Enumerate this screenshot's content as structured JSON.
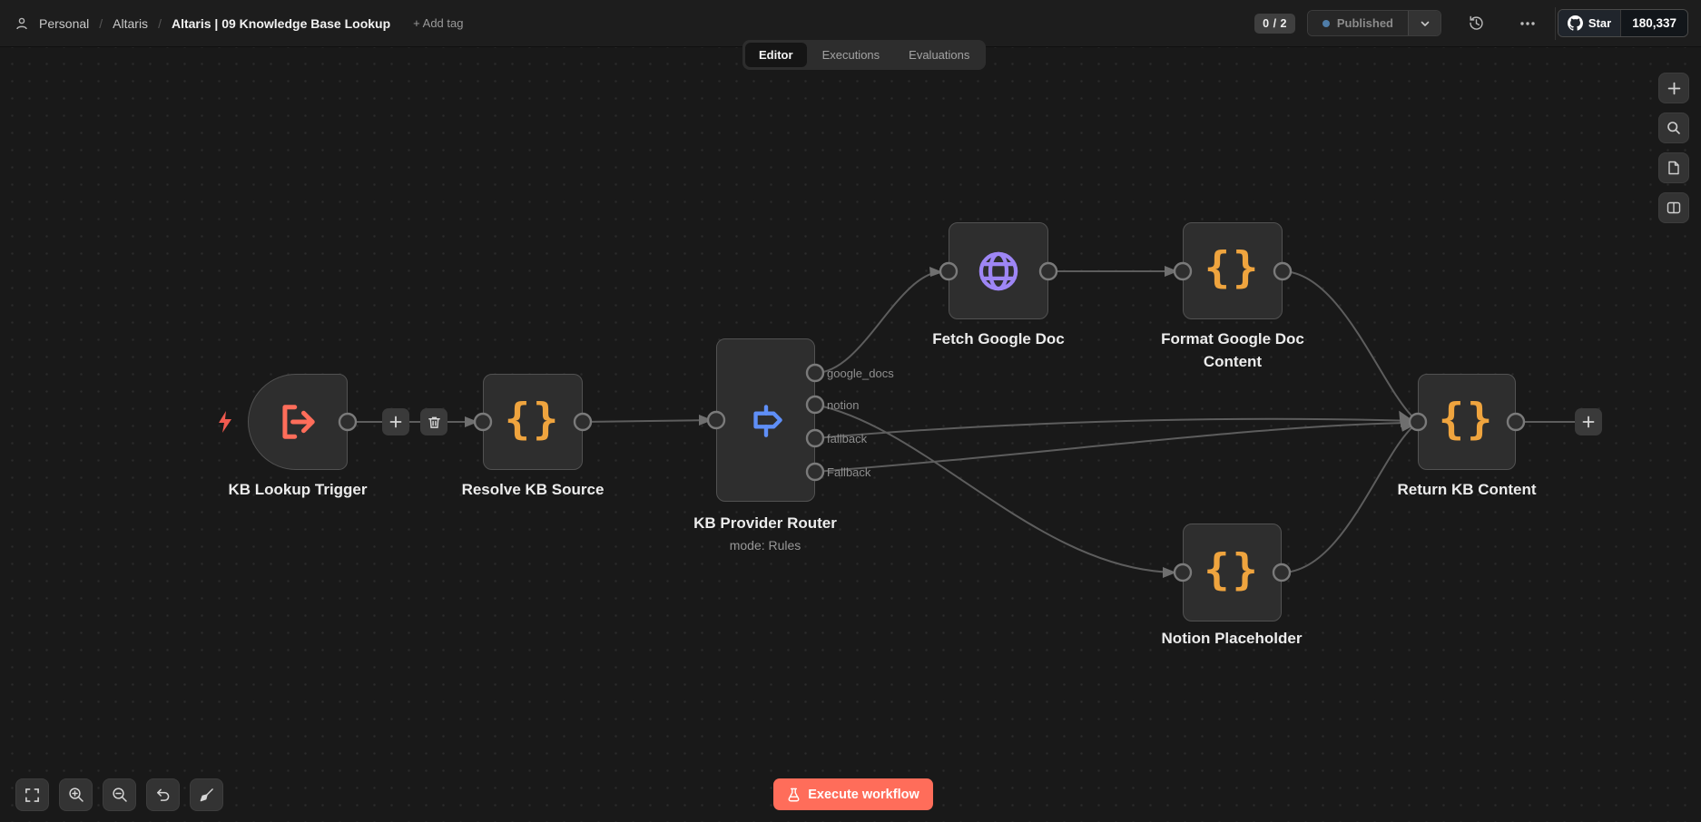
{
  "topbar": {
    "breadcrumb": {
      "sep": "/",
      "project": "Personal",
      "folder": "Altaris",
      "title": "Altaris | 09 Knowledge Base Lookup",
      "add_tag": "+ Add tag"
    },
    "issues_count": "0 / 2",
    "published_label": "Published",
    "github": {
      "star_label": "Star",
      "star_count": "180,337"
    }
  },
  "tabs": {
    "editor": "Editor",
    "executions": "Executions",
    "evaluations": "Evaluations"
  },
  "nodes": {
    "trigger": {
      "label": "KB Lookup Trigger"
    },
    "resolve": {
      "label": "Resolve KB Source"
    },
    "router": {
      "label": "KB Provider Router",
      "subtitle": "mode: Rules",
      "outputs": [
        "google_docs",
        "notion",
        "fallback",
        "Fallback"
      ]
    },
    "fetch": {
      "label": "Fetch Google Doc"
    },
    "format": {
      "label": "Format Google Doc Content"
    },
    "notion": {
      "label": "Notion Placeholder"
    },
    "return": {
      "label": "Return KB Content"
    }
  },
  "footer": {
    "execute_label": "Execute workflow"
  },
  "colors": {
    "accent": "#ff6d5a",
    "code_icon": "#efa43e",
    "globe_icon": "#9e86f5",
    "switch_icon": "#5f8ff7",
    "published_dot": "#4f7da8",
    "edge": "#5d5d5d"
  }
}
